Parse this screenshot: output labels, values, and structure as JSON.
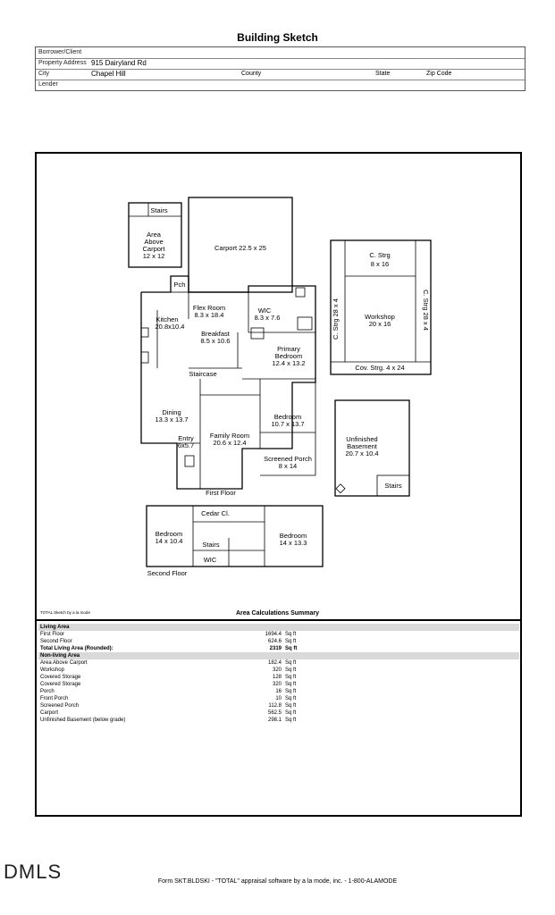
{
  "title": "Building Sketch",
  "header": {
    "borrower_label": "Borrower/Client",
    "address_label": "Property Address",
    "address_value": "915 Dairyland Rd",
    "city_label": "City",
    "city_value": "Chapel Hill",
    "county_label": "County",
    "state_label": "State",
    "zip_label": "Zip Code",
    "lender_label": "Lender"
  },
  "plan": {
    "stairs_top": "Stairs",
    "area_above_carport_1": "Area",
    "area_above_carport_2": "Above",
    "area_above_carport_3": "Carport",
    "area_above_carport_dim": "12 x 12",
    "carport": "Carport 22.5 x 25",
    "pch": "Pch",
    "flex_room": "Flex Room",
    "flex_room_dim": "8.3 x 18.4",
    "wic": "WIC",
    "wic_dim": "8.3 x 7.6",
    "kitchen": "Kitchen",
    "kitchen_dim": "20.8x10.4",
    "breakfast": "Breakfast",
    "breakfast_dim": "8.5 x 10.6",
    "primary_bedroom_1": "Primary",
    "primary_bedroom_2": "Bedroom",
    "primary_bedroom_dim": "12.4 x 13.2",
    "staircase": "Staircase",
    "dining": "Dining",
    "dining_dim": "13.3 x 13.7",
    "bedroom1": "Bedroom",
    "bedroom1_dim": "10.7 x 13.7",
    "entry": "Entry",
    "entry_dim": "6x5.7",
    "family_room": "Family Room",
    "family_room_dim": "20.6 x 12.4",
    "screened_porch": "Screened Porch",
    "screened_porch_dim": "8 x 14",
    "first_floor": "First Floor",
    "c_strg_top": "C. Strg",
    "c_strg_top_dim": "8 x 16",
    "c_strg_left": "C. Strg 28 x 4",
    "c_strg_right": "C. Strg 28 x 4",
    "workshop": "Workshop",
    "workshop_dim": "20 x 16",
    "cov_strg": "Cov. Strg. 4 x 24",
    "unfinished_1": "Unfinished",
    "unfinished_2": "Basement",
    "unfinished_dim": "20.7 x 10.4",
    "stairs_basement": "Stairs",
    "cedar_cl": "Cedar Cl.",
    "bedroom2": "Bedroom",
    "bedroom2_dim": "14 x 10.4",
    "bedroom3": "Bedroom",
    "bedroom3_dim": "14 x 13.3",
    "stairs_second": "Stairs",
    "wic2": "WIC",
    "second_floor": "Second Floor"
  },
  "sketch_credit": "TOTAL Sketch by a la mode",
  "area_title": "Area Calculations Summary",
  "living_area": {
    "heading": "Living Area",
    "rows": [
      {
        "label": "First Floor",
        "value": "1694.4",
        "unit": "Sq ft"
      },
      {
        "label": "Second Floor",
        "value": "624.6",
        "unit": "Sq ft"
      }
    ],
    "total": {
      "label": "Total Living Area (Rounded):",
      "value": "2319",
      "unit": "Sq ft"
    }
  },
  "nonliving_area": {
    "heading": "Non-living Area",
    "rows": [
      {
        "label": "Area Above Carport",
        "value": "182.4",
        "unit": "Sq ft"
      },
      {
        "label": "Workshop",
        "value": "320",
        "unit": "Sq ft"
      },
      {
        "label": "Covered Storage",
        "value": "128",
        "unit": "Sq ft"
      },
      {
        "label": "Covered Storage",
        "value": "320",
        "unit": "Sq ft"
      },
      {
        "label": "Porch",
        "value": "16",
        "unit": "Sq ft"
      },
      {
        "label": "Front Porch",
        "value": "10",
        "unit": "Sq ft"
      },
      {
        "label": "Screened Porch",
        "value": "112.8",
        "unit": "Sq ft"
      },
      {
        "label": "Carport",
        "value": "562.5",
        "unit": "Sq ft"
      },
      {
        "label": "Unfinished Basement (below grade)",
        "value": "298.1",
        "unit": "Sq ft"
      }
    ]
  },
  "watermark": "DMLS",
  "footer": "Form SKT.BLDSKI - \"TOTAL\" appraisal software by a la mode, inc. - 1-800-ALAMODE"
}
